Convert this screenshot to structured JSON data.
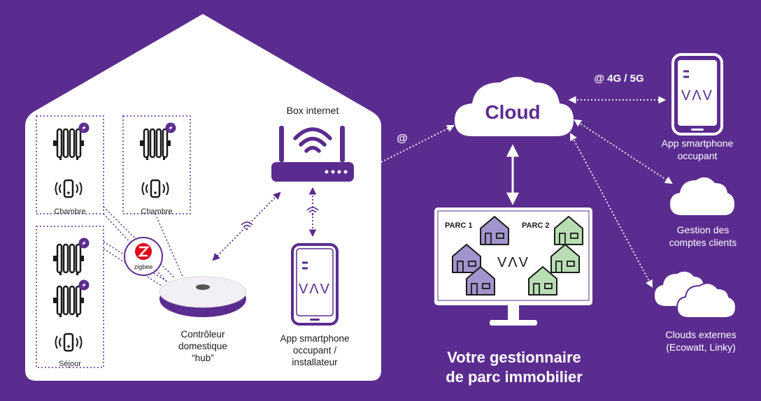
{
  "colors": {
    "background": "#5b2c8f",
    "accent": "#5b2c8f",
    "house": "#ffffff",
    "parc_purple": "#a294cc",
    "parc_green": "#b8ddb3"
  },
  "rooms": [
    "Chambre",
    "Chambre",
    "Séjour"
  ],
  "zigbee": "zigbee",
  "hub": {
    "line1": "Contrôleur",
    "line2": "domestique",
    "line3": "“hub”"
  },
  "box": "Box internet",
  "app_installer": {
    "line1": "App smartphone",
    "line2": "occupant /",
    "line3": "installateur"
  },
  "at_label": "@",
  "cloud": "Cloud",
  "net_label": "@ 4G / 5G",
  "app_occupant": {
    "line1": "App smartphone",
    "line2": "occupant"
  },
  "gestion": {
    "line1": "Gestion des",
    "line2": "comptes clients"
  },
  "clouds_ext": {
    "line1": "Clouds externes",
    "line2": "(Ecowatt, Linky)"
  },
  "parc1": "PARC 1",
  "parc2": "PARC 2",
  "brand": "VΛV",
  "gestionnaire": {
    "line1": "Votre gestionnaire",
    "line2": "de parc immobilier"
  },
  "icons": [
    "radiator-icon",
    "sensor-icon",
    "wifi-icon",
    "router-icon",
    "smartphone-icon",
    "cloud-icon",
    "house-icon",
    "monitor-icon"
  ]
}
